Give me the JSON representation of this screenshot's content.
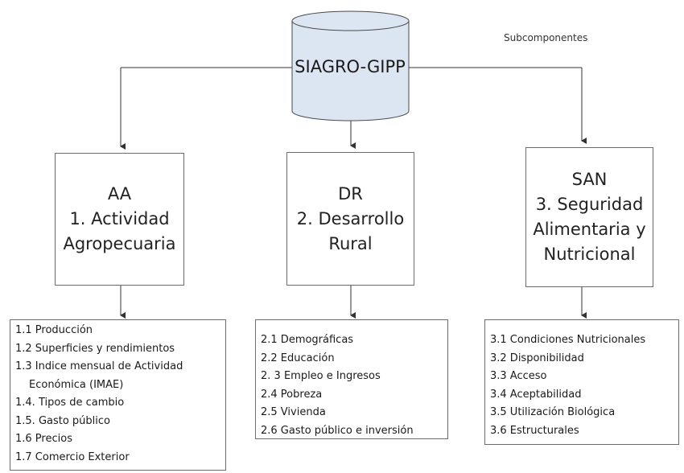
{
  "database": {
    "label": "SIAGRO-GIPP"
  },
  "subcomponents_label": "Subcomponentes",
  "components": [
    {
      "lines": [
        "AA",
        "1. Actividad",
        "Agropecuaria"
      ],
      "items": [
        "1.1  Producción",
        "1.2  Superficies y rendimientos",
        "1.3  Indice mensual de Actividad",
        "Económica (IMAE)",
        "1.4. Tipos de cambio",
        "1.5. Gasto público",
        "1.6  Precios",
        "1.7  Comercio Exterior"
      ]
    },
    {
      "lines": [
        "DR",
        "2. Desarrollo",
        "Rural"
      ],
      "items": [
        "2.1 Demográficas",
        "2.2 Educación",
        "2. 3 Empleo e Ingresos",
        "2.4 Pobreza",
        "2.5 Vivienda",
        "2.6 Gasto público e inversión"
      ]
    },
    {
      "lines": [
        "SAN",
        "3. Seguridad",
        "Alimentaria y",
        "Nutricional"
      ],
      "items": [
        "3.1 Condiciones Nutricionales",
        "3.2 Disponibilidad",
        "3.3 Acceso",
        "3.4 Aceptabilidad",
        "3.5 Utilización Biológica",
        "3.6 Estructurales"
      ]
    }
  ],
  "colors": {
    "cylinder_fill": "#dce6f2",
    "line": "#333333",
    "border": "#6b6b6b"
  }
}
